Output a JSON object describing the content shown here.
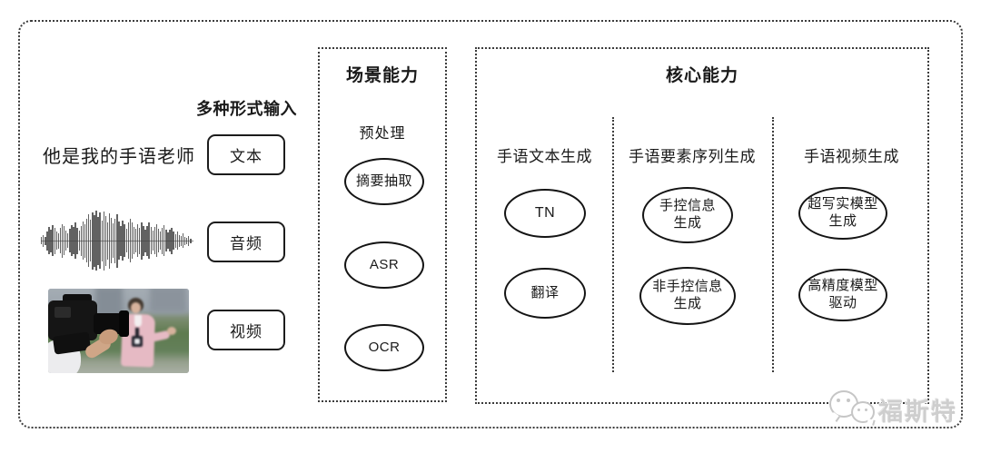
{
  "input_section": {
    "heading": "多种形式输入",
    "text_example": "他是我的手语老师",
    "boxes": [
      {
        "label": "文本"
      },
      {
        "label": "音频"
      },
      {
        "label": "视频"
      }
    ],
    "waveform_icon": "audio-waveform-icon",
    "photo_icon": "reporter-filming-photo",
    "waveform": [
      0.12,
      0.2,
      0.14,
      0.32,
      0.46,
      0.38,
      0.52,
      0.44,
      0.3,
      0.26,
      0.42,
      0.56,
      0.48,
      0.34,
      0.24,
      0.4,
      0.52,
      0.46,
      0.6,
      0.44,
      0.34,
      0.5,
      0.64,
      0.56,
      0.72,
      0.88,
      0.7,
      0.96,
      0.86,
      1.0,
      0.8,
      0.94,
      0.68,
      0.98,
      0.84,
      0.62,
      0.92,
      0.76,
      0.58,
      0.74,
      0.9,
      0.64,
      0.5,
      0.66,
      0.54,
      0.4,
      0.6,
      0.72,
      0.6,
      0.46,
      0.4,
      0.54,
      0.44,
      0.62,
      0.5,
      0.38,
      0.5,
      0.6,
      0.46,
      0.34,
      0.46,
      0.54,
      0.4,
      0.3,
      0.44,
      0.52,
      0.36,
      0.28,
      0.36,
      0.44,
      0.3,
      0.22,
      0.3,
      0.2,
      0.16,
      0.24,
      0.14,
      0.1,
      0.16,
      0.08
    ]
  },
  "scene_box": {
    "title": "场景能力",
    "subtitle": "预处理",
    "nodes": [
      "摘要抽取",
      "ASR",
      "OCR"
    ]
  },
  "core_box": {
    "title": "核心能力",
    "columns": [
      {
        "heading": "手语文本生成",
        "nodes": [
          "TN",
          "翻译"
        ]
      },
      {
        "heading": "手语要素序列生成",
        "nodes": [
          "手控信息\n生成",
          "非手控信息\n生成"
        ]
      },
      {
        "heading": "手语视频生成",
        "nodes": [
          "超写实模型\n生成",
          "高精度模型\n驱动"
        ]
      }
    ]
  },
  "watermark": {
    "logo_icon": "chat-bubbles-logo",
    "text": "福斯特"
  },
  "colors": {
    "background": "#ffffff",
    "border": "#3c3c3c",
    "node_stroke": "#141414",
    "text": "#1a1a1a",
    "watermark": "#c6c6c6"
  }
}
